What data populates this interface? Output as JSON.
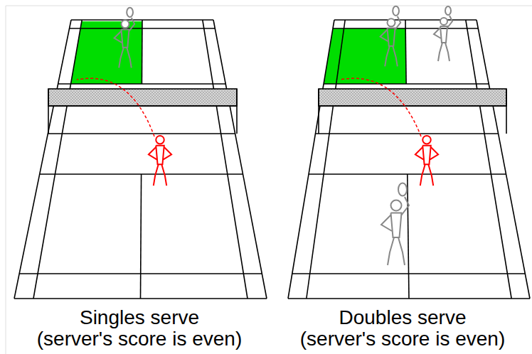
{
  "diagram": {
    "labels": [
      "Singles serve",
      "(server's score is even)",
      "Doubles serve",
      "(server's score is even)"
    ]
  }
}
